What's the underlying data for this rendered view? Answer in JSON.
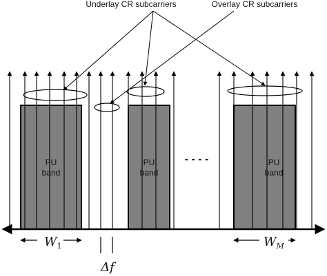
{
  "labels": {
    "underlay": "Underlay CR subcarriers",
    "overlay": "Overlay CR subcarriers",
    "pu_line1": "PU",
    "pu_line2": "band",
    "ellipsis": "- - - -",
    "w1_sym": "W",
    "w1_sub": "1",
    "wm_sym": "W",
    "wm_sub": "M",
    "delta_f": "Δf"
  },
  "colors": {
    "band_fill": "#808080",
    "stroke": "#000000"
  }
}
